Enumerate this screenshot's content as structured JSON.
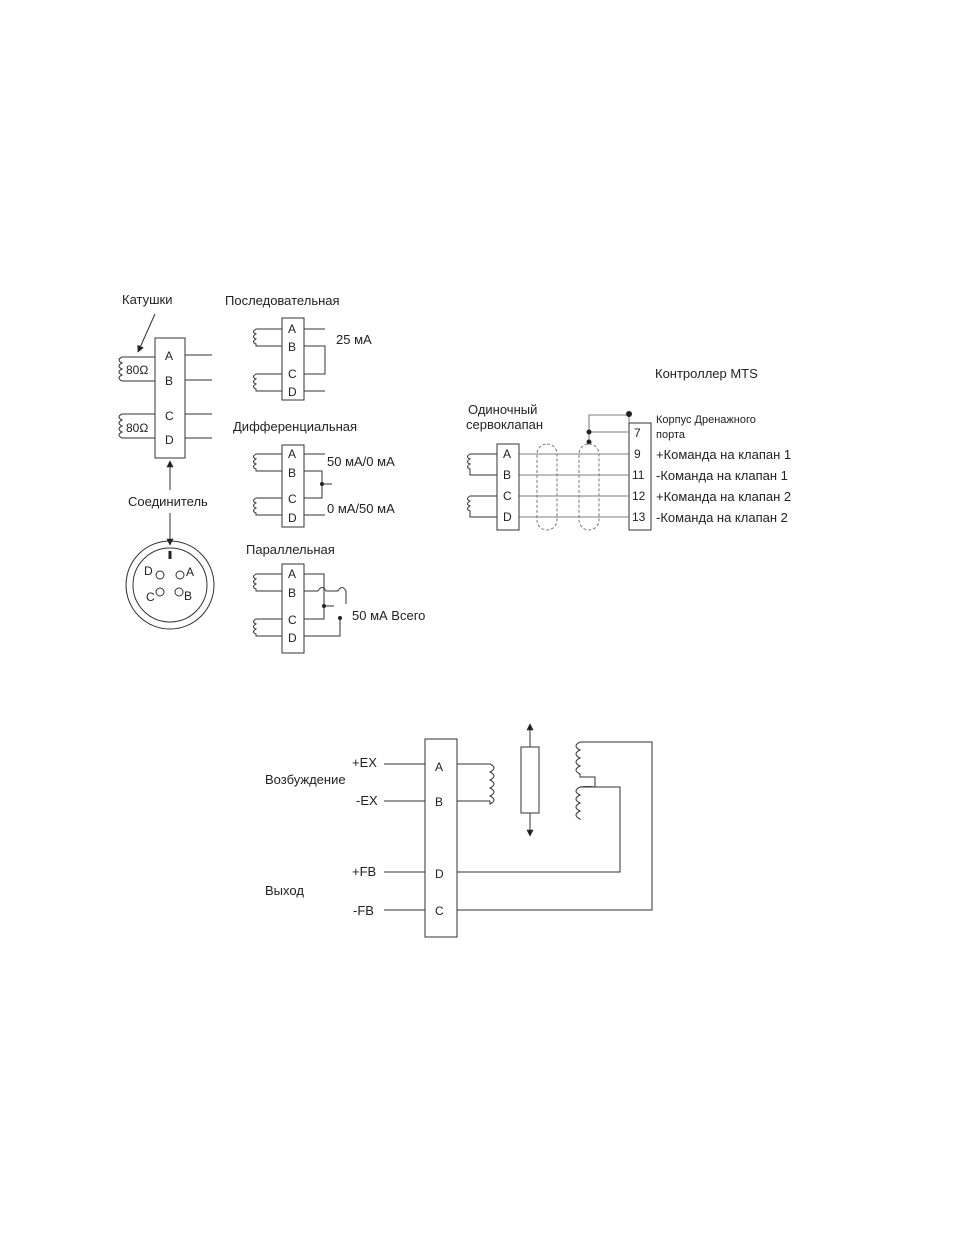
{
  "coils": {
    "label": "Катушки",
    "coil1_value": "80Ω",
    "coil2_value": "80Ω",
    "connector_label": "Соединитель"
  },
  "pins": {
    "a": "A",
    "b": "B",
    "c": "C",
    "d": "D"
  },
  "connector_pins": [
    "D",
    "A",
    "C",
    "B"
  ],
  "series": {
    "title": "Последовательная",
    "current": "25 мА"
  },
  "differential": {
    "title": "Дифференциальная",
    "current_top": "50 мА/0 мА",
    "current_bottom": "0 мА/50 мА"
  },
  "parallel": {
    "title": "Параллельная",
    "current": "50 мА Всего"
  },
  "mts": {
    "title": "Контроллер MTS",
    "valve_line1": "Одиночный",
    "valve_line2": "сервоклапан",
    "terminals": [
      {
        "num": "7",
        "desc_line1": "Корпус Дренажного",
        "desc_line2": "порта"
      },
      {
        "num": "9",
        "desc": "+Команда на клапан 1"
      },
      {
        "num": "11",
        "desc": "-Команда на клапан 1"
      },
      {
        "num": "12",
        "desc": "+Команда на клапан 2"
      },
      {
        "num": "13",
        "desc": "-Команда на клапан 2"
      }
    ]
  },
  "lvdt": {
    "excitation_label": "Возбуждение",
    "output_label": "Выход",
    "signals": [
      "+EX",
      "-EX",
      "+FB",
      "-FB"
    ],
    "pins": [
      "A",
      "B",
      "D",
      "C"
    ]
  }
}
